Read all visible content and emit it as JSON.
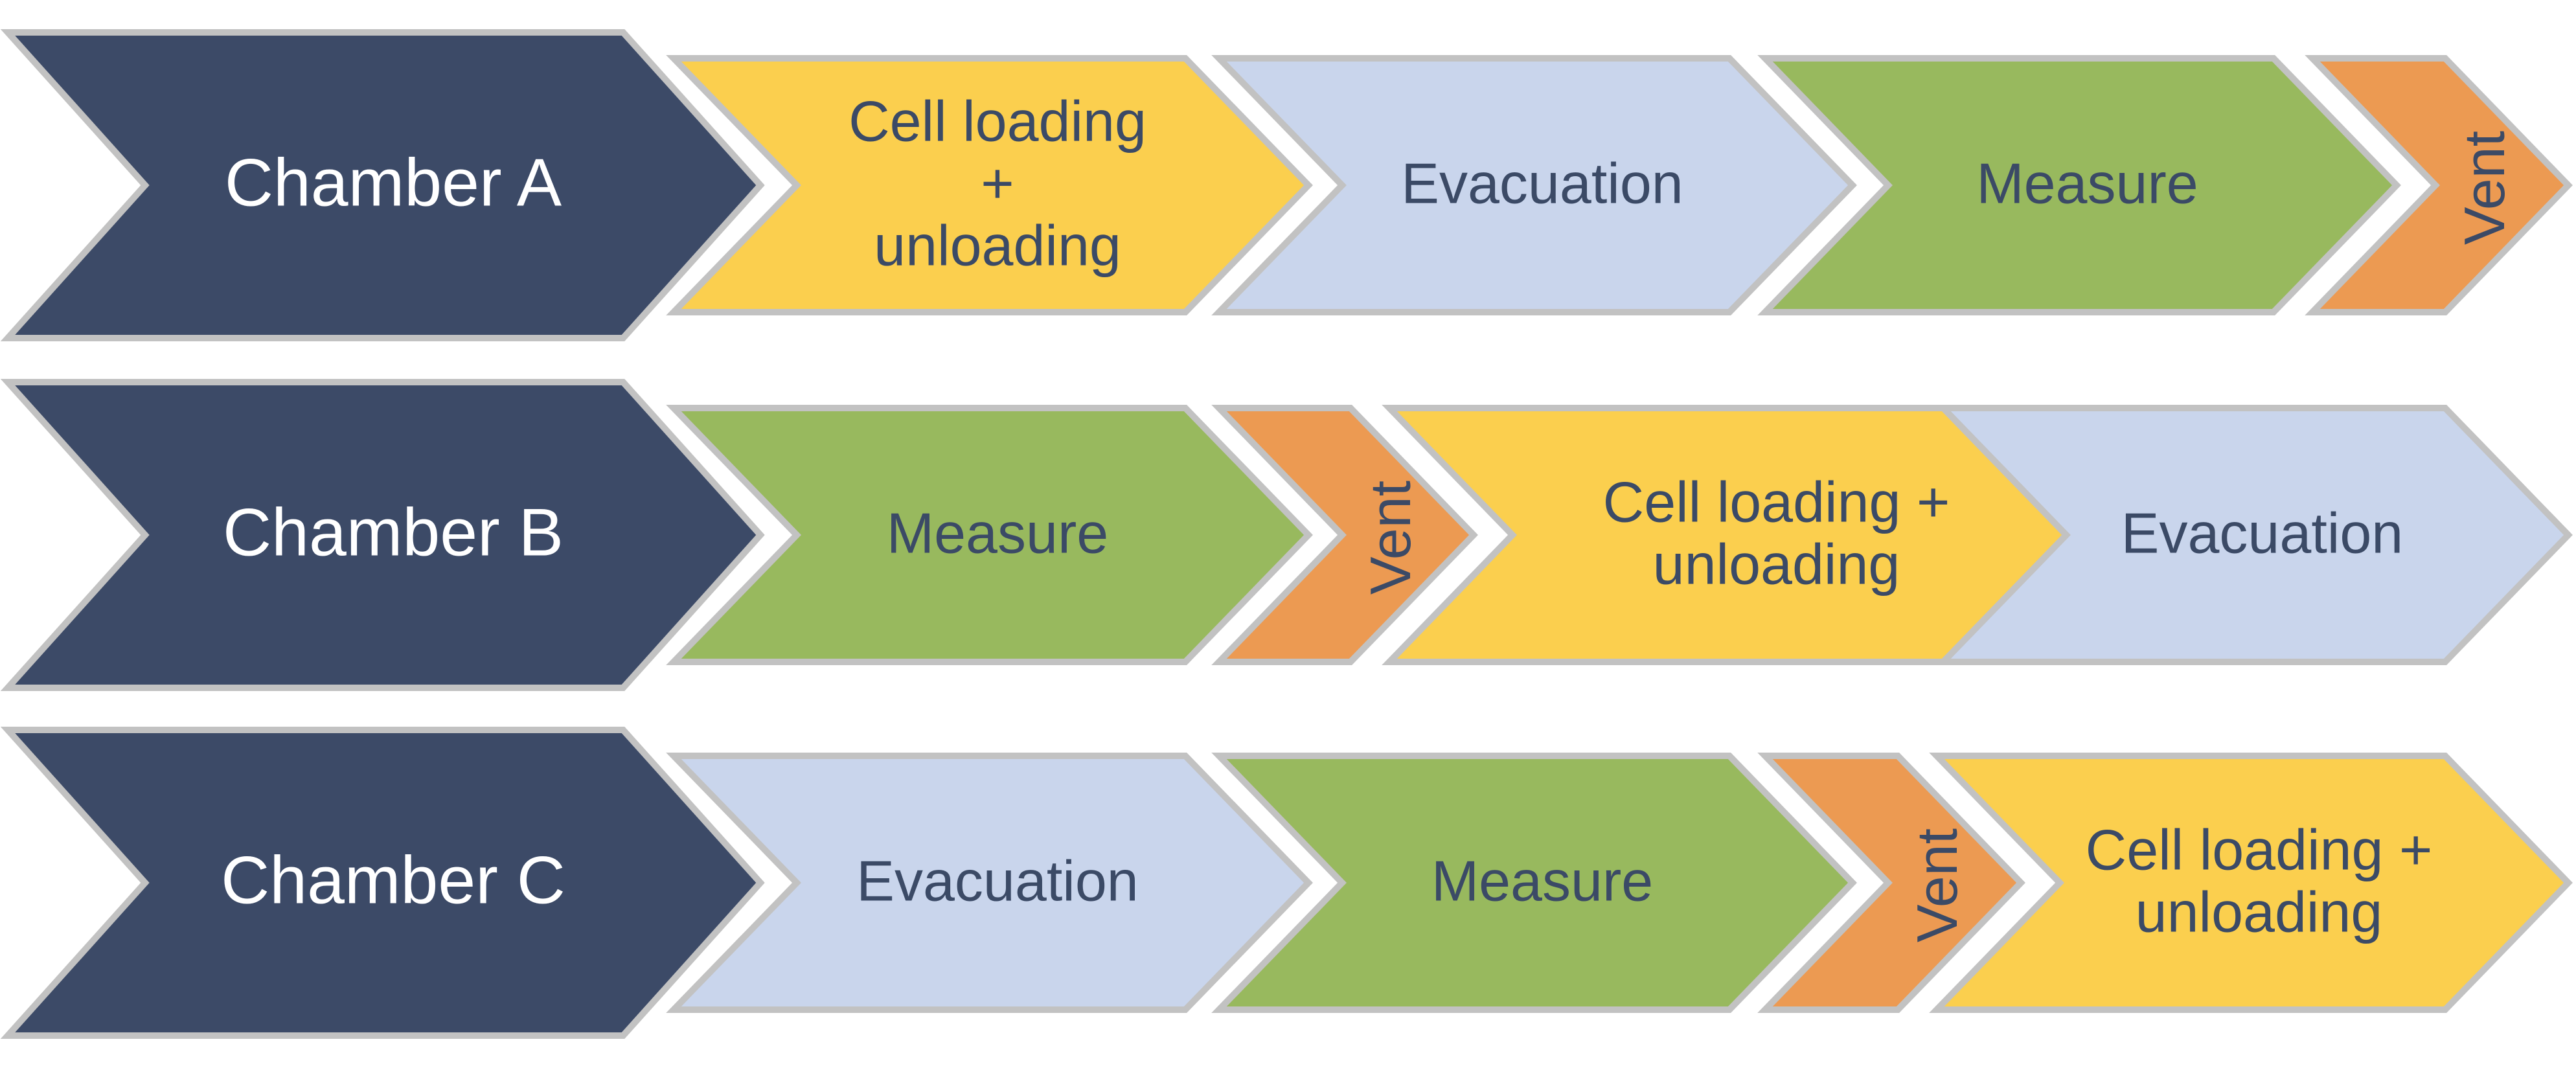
{
  "colors": {
    "chamber": "#3c4a67",
    "load": "#fbcf4e",
    "evac": "#c9d5ec",
    "measure": "#98b95e",
    "vent": "#ec9a52",
    "text_dark": "#3b4a66",
    "text_light": "#ffffff",
    "outline": "#c2c2c2"
  },
  "rows": [
    {
      "chamber": "Chamber A",
      "steps": [
        {
          "kind": "load",
          "lines": [
            "Cell loading",
            "+",
            "unloading"
          ]
        },
        {
          "kind": "evac",
          "lines": [
            "Evacuation"
          ]
        },
        {
          "kind": "measure",
          "lines": [
            "Measure"
          ]
        },
        {
          "kind": "vent",
          "lines": [
            "Vent"
          ]
        }
      ]
    },
    {
      "chamber": "Chamber B",
      "steps": [
        {
          "kind": "measure",
          "lines": [
            "Measure"
          ]
        },
        {
          "kind": "vent",
          "lines": [
            "Vent"
          ]
        },
        {
          "kind": "load",
          "lines": [
            "Cell loading +",
            "unloading"
          ]
        },
        {
          "kind": "evac",
          "lines": [
            "Evacuation"
          ]
        }
      ]
    },
    {
      "chamber": "Chamber C",
      "steps": [
        {
          "kind": "evac",
          "lines": [
            "Evacuation"
          ]
        },
        {
          "kind": "measure",
          "lines": [
            "Measure"
          ]
        },
        {
          "kind": "vent",
          "lines": [
            "Vent"
          ]
        },
        {
          "kind": "load",
          "lines": [
            "Cell loading +",
            "unloading"
          ]
        }
      ]
    }
  ]
}
